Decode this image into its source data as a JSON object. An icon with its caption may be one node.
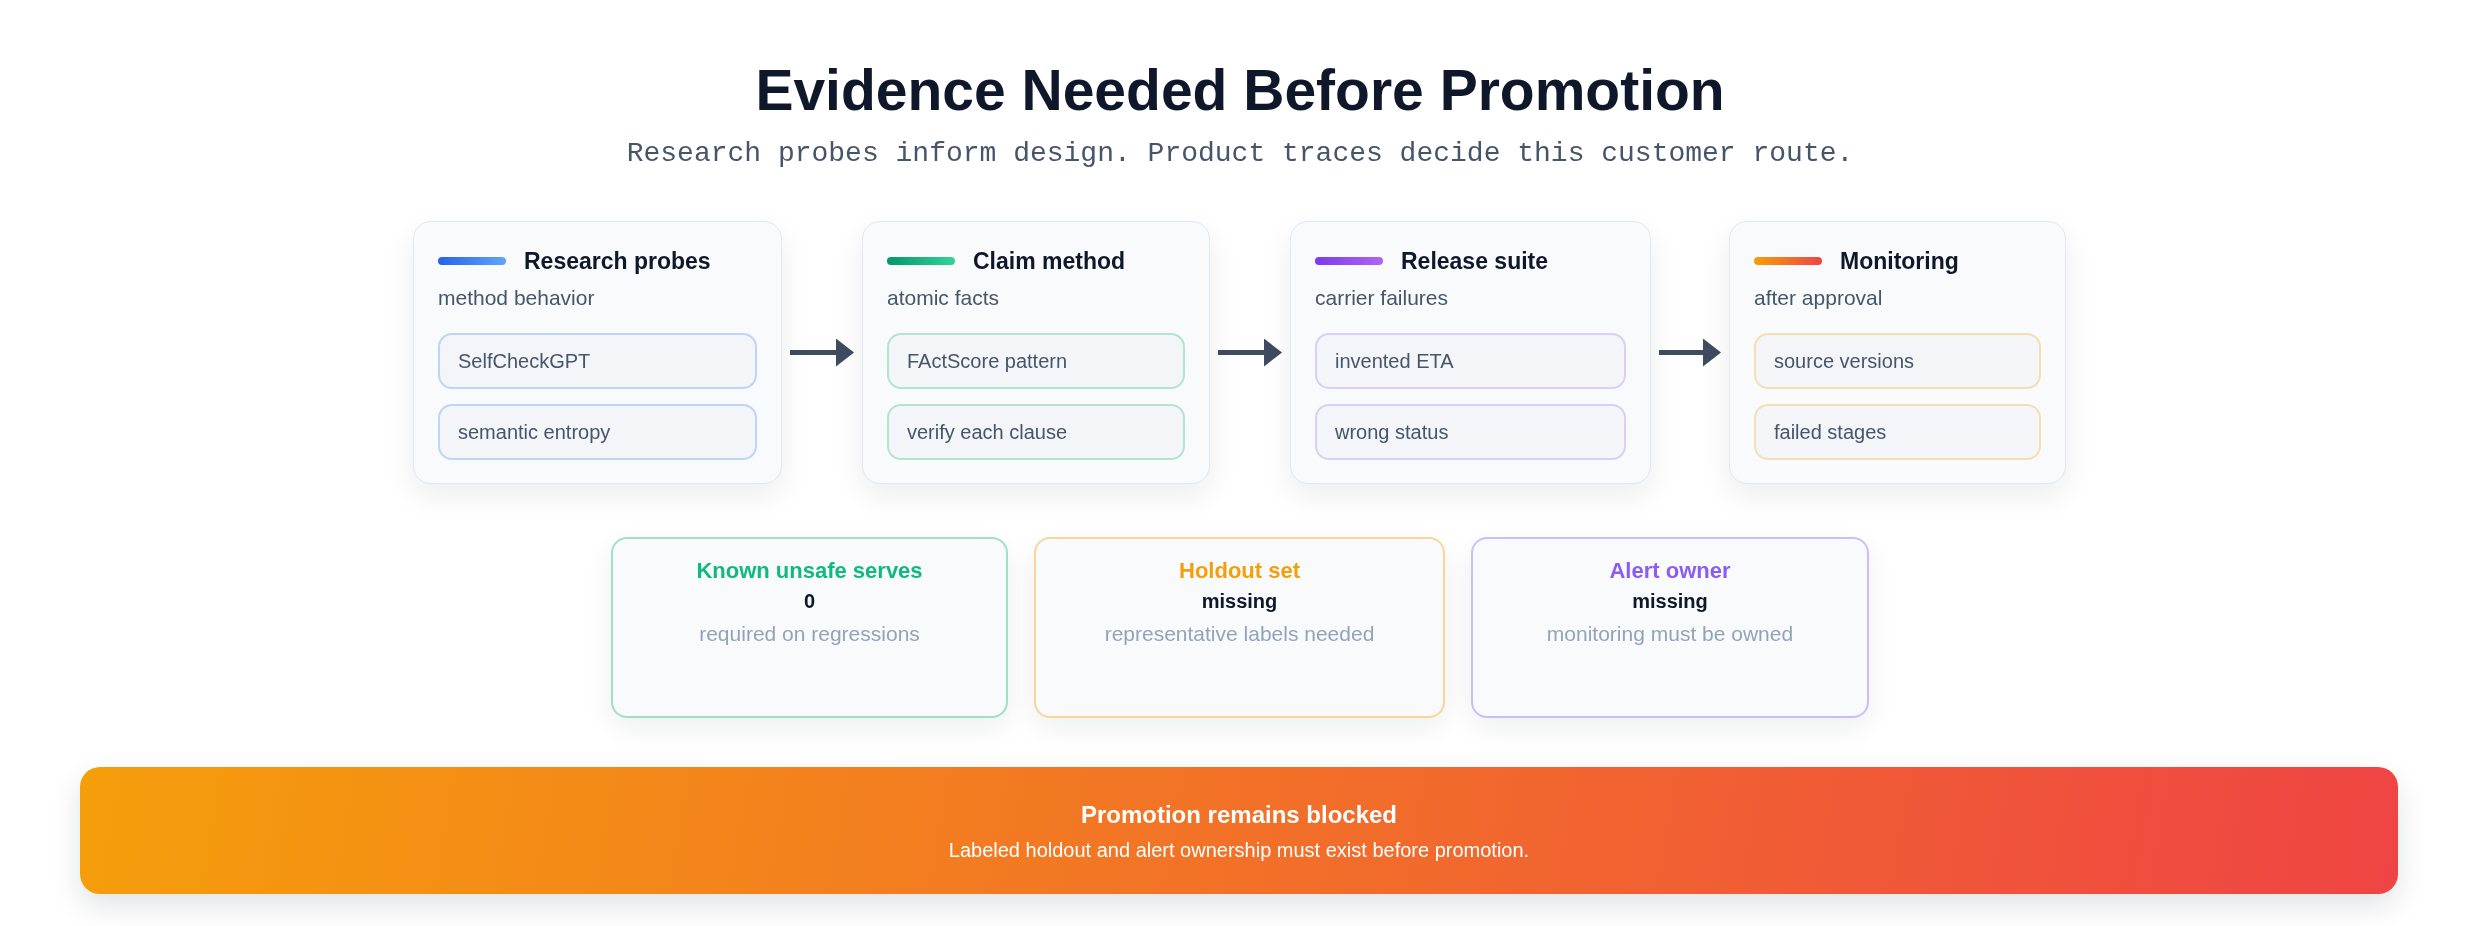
{
  "diagram": {
    "title": "Evidence Needed Before Promotion",
    "nodes": [
      {
        "text": [
          "Research probes",
          "method behavior"
        ]
      },
      {
        "text": [
          "SelfCheckGPT"
        ],
        "in": 0
      },
      {
        "text": [
          "semantic entropy"
        ],
        "in": 0
      },
      {
        "text": [
          "Claim method",
          "atomic facts"
        ]
      },
      {
        "text": [
          "FActScore pattern"
        ],
        "in": 3
      },
      {
        "text": [
          "verify each clause"
        ],
        "in": 3
      },
      {
        "text": [
          "Release suite",
          "carrier failures"
        ]
      },
      {
        "text": [
          "invented ETA"
        ],
        "in": 6
      },
      {
        "text": [
          "wrong status"
        ],
        "in": 6
      },
      {
        "text": [
          "Monitoring",
          "after approval"
        ]
      },
      {
        "text": [
          "source versions"
        ],
        "in": 9
      },
      {
        "text": [
          "failed stages"
        ],
        "in": 9
      },
      {
        "text": [
          "Known unsafe serves",
          "0",
          "required on regressions"
        ]
      },
      {
        "text": [
          "Holdout set",
          "missing",
          "representative labels needed"
        ]
      },
      {
        "text": [
          "Alert owner",
          "missing",
          "monitoring must be owned"
        ]
      },
      {
        "text": [
          "Promotion remains blocked",
          "Labeled holdout and alert ownership must exist before promotion."
        ]
      }
    ],
    "edges": [
      {
        "from": 0,
        "to": 3,
        "arrow": "to"
      },
      {
        "from": 3,
        "to": 6,
        "arrow": "to"
      },
      {
        "from": 6,
        "to": 9,
        "arrow": "to"
      }
    ],
    "labels": [
      "Research probes inform design. Product traces decide this customer route."
    ]
  }
}
